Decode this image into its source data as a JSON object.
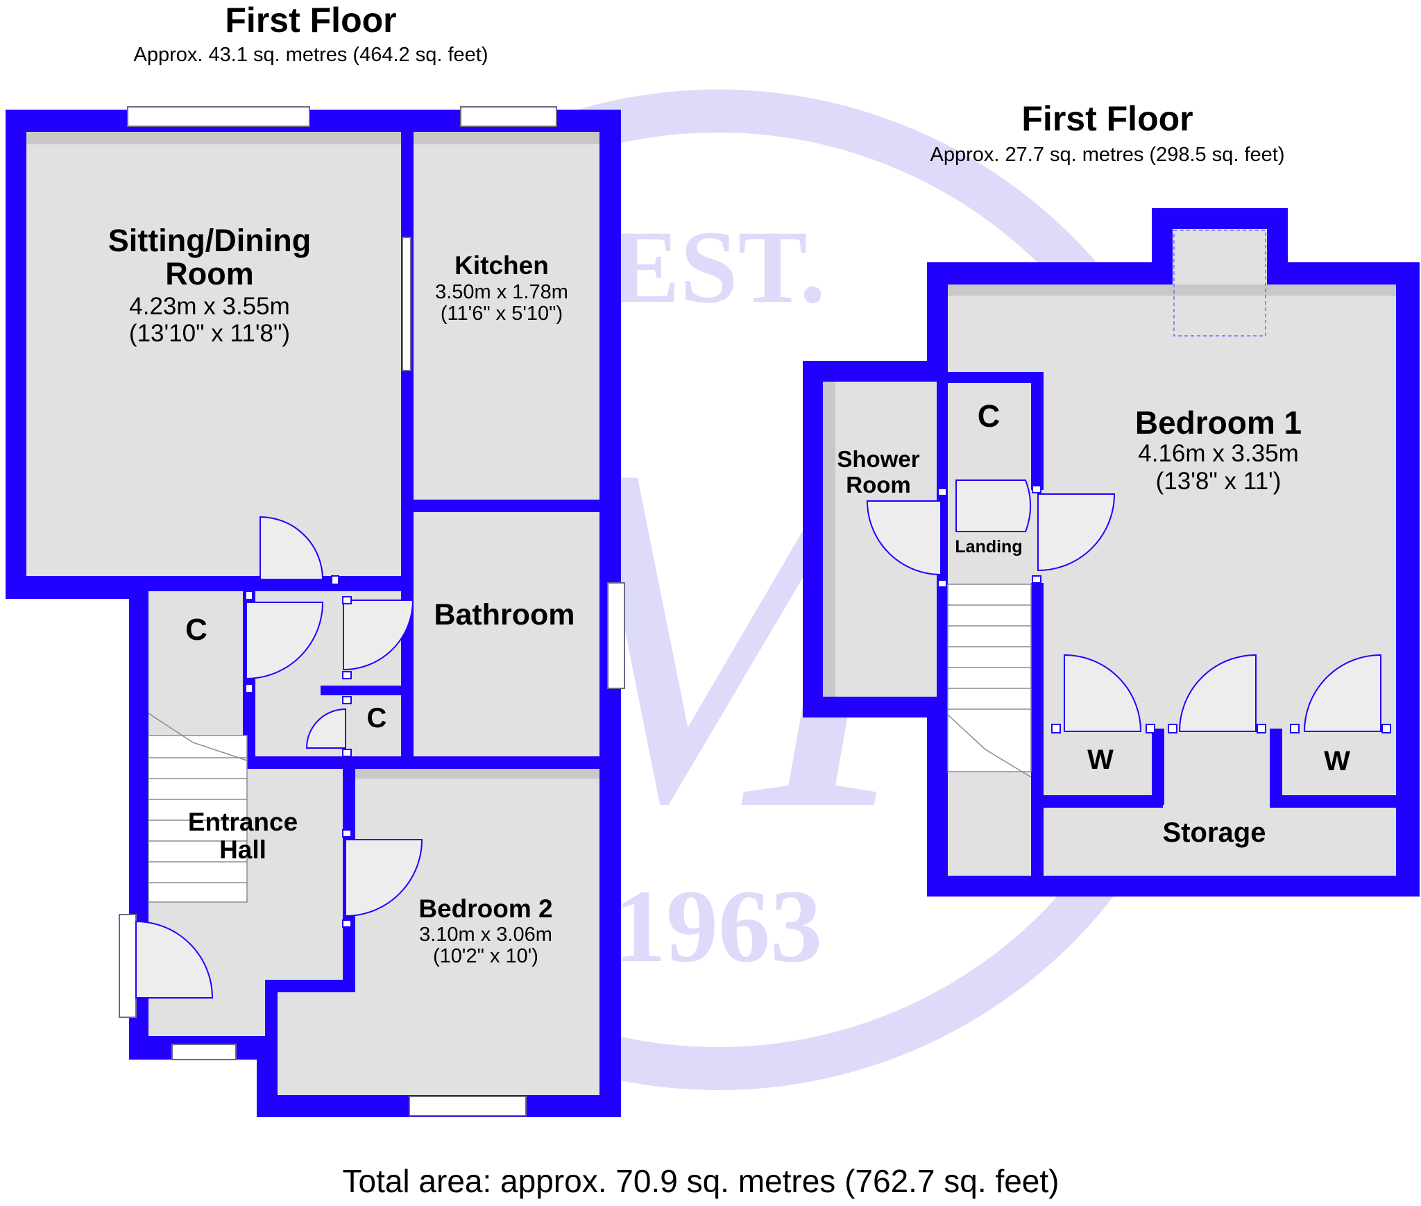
{
  "floors": [
    {
      "title": "First Floor",
      "area": "Approx. 43.1 sq. metres (464.2 sq. feet)",
      "rooms": [
        {
          "name": "Sitting/Dining",
          "name2": "Room",
          "size_m": "4.23m x 3.55m",
          "size_ft": "(13'10\" x 11'8\")"
        },
        {
          "name": "Kitchen",
          "size_m": "3.50m x 1.78m",
          "size_ft": "(11'6\" x 5'10\")"
        },
        {
          "name": "Bathroom"
        },
        {
          "name": "C"
        },
        {
          "name": "C"
        },
        {
          "name": "Entrance",
          "name2": "Hall"
        },
        {
          "name": "Bedroom 2",
          "size_m": "3.10m x 3.06m",
          "size_ft": "(10'2\" x 10')"
        }
      ]
    },
    {
      "title": "First Floor",
      "area": "Approx. 27.7 sq. metres (298.5 sq. feet)",
      "rooms": [
        {
          "name": "Bedroom 1",
          "size_m": "4.16m x 3.35m",
          "size_ft": "(13'8\" x 11')"
        },
        {
          "name": "Shower",
          "name2": "Room"
        },
        {
          "name": "C"
        },
        {
          "name": "Landing"
        },
        {
          "name": "W"
        },
        {
          "name": "W"
        },
        {
          "name": "Storage"
        }
      ]
    }
  ],
  "total_area": "Total area: approx. 70.9 sq. metres (762.7 sq. feet)",
  "watermark": {
    "top": "EST.",
    "letter": "M",
    "year": "1963"
  },
  "colors": {
    "wall": "#2200ff",
    "floor": "#e1e1e1",
    "watermark": "#dedafa"
  }
}
